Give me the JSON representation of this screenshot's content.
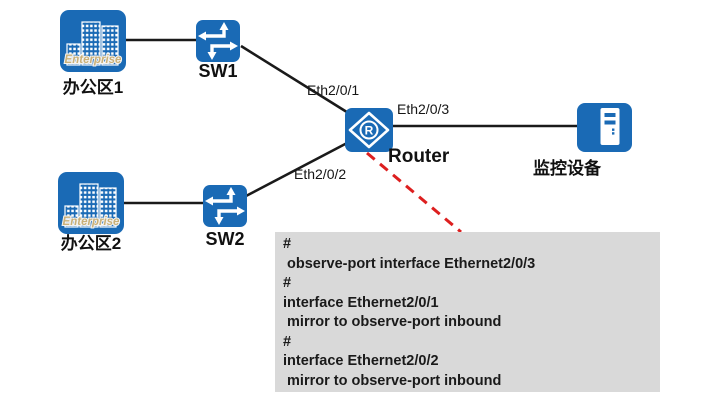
{
  "nodes": {
    "office1": {
      "label": "办公区1",
      "brand": "Enterprise",
      "icon": "enterprise-building-icon"
    },
    "sw1": {
      "label": "SW1",
      "icon": "switch-icon"
    },
    "office2": {
      "label": "办公区2",
      "brand": "Enterprise",
      "icon": "enterprise-building-icon"
    },
    "sw2": {
      "label": "SW2",
      "icon": "switch-icon"
    },
    "router": {
      "label": "Router",
      "letter": "R",
      "icon": "router-icon"
    },
    "monitor": {
      "label": "监控设备",
      "icon": "server-tower-icon"
    }
  },
  "ports": {
    "eth1": "Eth2/0/1",
    "eth2": "Eth2/0/2",
    "eth3": "Eth2/0/3"
  },
  "config": {
    "lines": [
      "#",
      " observe-port interface Ethernet2/0/3",
      "#",
      "interface Ethernet2/0/1",
      " mirror to observe-port inbound",
      "#",
      "interface Ethernet2/0/2",
      " mirror to observe-port inbound"
    ]
  },
  "colors": {
    "node_blue": "#1a6ab5",
    "enterprise_gold": "#c9b078",
    "dashed_red": "#dd1f1f",
    "config_bg": "#d9d9d9",
    "line_black": "#1a1a1a"
  }
}
